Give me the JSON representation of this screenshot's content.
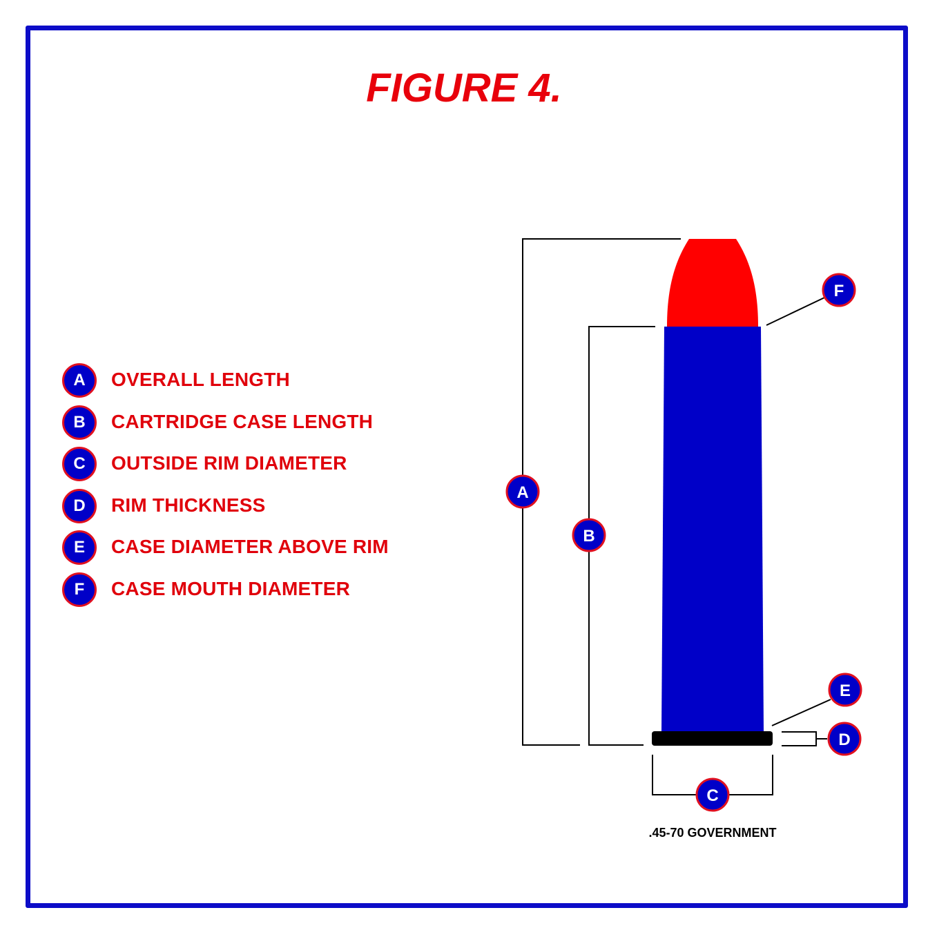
{
  "title": "FIGURE 4.",
  "legend": [
    {
      "key": "A",
      "label": "OVERALL LENGTH"
    },
    {
      "key": "B",
      "label": "CARTRIDGE CASE LENGTH"
    },
    {
      "key": "C",
      "label": "OUTSIDE RIM DIAMETER"
    },
    {
      "key": "D",
      "label": "RIM THICKNESS"
    },
    {
      "key": "E",
      "label": "CASE DIAMETER ABOVE RIM"
    },
    {
      "key": "F",
      "label": "CASE MOUTH DIAMETER"
    }
  ],
  "diagram": {
    "markers": {
      "A": "A",
      "B": "B",
      "C": "C",
      "D": "D",
      "E": "E",
      "F": "F"
    },
    "caption": ".45-70 GOVERNMENT"
  },
  "colors": {
    "frame": "#0c0cc8",
    "title": "#e8000b",
    "bullet": "#ff0000",
    "case": "#0000c8",
    "rim": "#000000",
    "badge_fill": "#0000c8",
    "badge_ring": "#e01020"
  }
}
